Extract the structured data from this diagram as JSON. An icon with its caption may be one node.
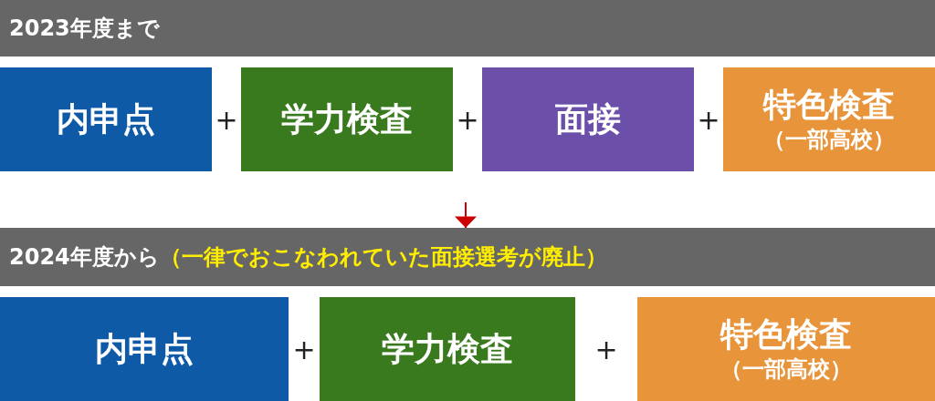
{
  "diagram": {
    "nodes": [
      {
        "text": [
          "2023年度まで"
        ]
      },
      {
        "text": [
          "内申点"
        ]
      },
      {
        "text": [
          "学力検査"
        ]
      },
      {
        "text": [
          "面接"
        ]
      },
      {
        "text": [
          "特色検査",
          "（一部高校）"
        ]
      },
      {
        "text": [
          "2024年度から",
          "（一律でおこなわれていた面接選考が廃止）"
        ]
      },
      {
        "text": [
          "内申点"
        ]
      },
      {
        "text": [
          "学力検査"
        ]
      },
      {
        "text": [
          "特色検査",
          "（一部高校）"
        ]
      }
    ],
    "edges": [
      {
        "from": null,
        "to": 5,
        "arrow": "to",
        "color": "#cc0000"
      }
    ],
    "labels": [
      "+",
      "+",
      "+",
      "+",
      "+"
    ]
  }
}
